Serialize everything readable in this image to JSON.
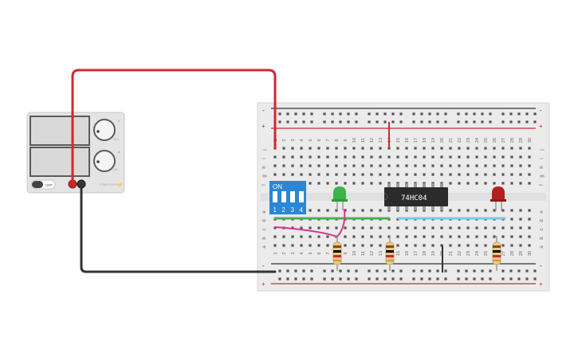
{
  "power_supply": {
    "switch_label": "OFF",
    "voltage_knob_label": "V",
    "current_knob_label": "A",
    "voltage_scale_max": "30 V",
    "current_scale_max": "5 A",
    "brand_label": "POWER SUPPLY"
  },
  "breadboard": {
    "top_row_letters": [
      "j",
      "i",
      "h",
      "g",
      "f"
    ],
    "bottom_row_letters": [
      "e",
      "d",
      "c",
      "b",
      "a"
    ],
    "column_numbers": [
      "1",
      "2",
      "3",
      "4",
      "5",
      "6",
      "7",
      "8",
      "9",
      "10",
      "11",
      "12",
      "13",
      "14",
      "15",
      "16",
      "17",
      "18",
      "19",
      "20",
      "21",
      "22",
      "23",
      "24",
      "25",
      "26",
      "27",
      "28",
      "29",
      "30"
    ],
    "rail_plus_label": "+",
    "rail_minus_label": "-"
  },
  "dip_switch": {
    "on_label": "ON",
    "switch_numbers": [
      "1",
      "2",
      "3",
      "4"
    ]
  },
  "ic": {
    "part_label": "74HC04"
  },
  "colors": {
    "wire_red": "#d0282f",
    "wire_black": "#333333",
    "wire_pink": "#d4368e",
    "wire_green": "#4caf50",
    "wire_lightblue": "#7ec8e3",
    "led_green": "#3bb34a",
    "led_red": "#b1221f",
    "dip_blue": "#2a86d6",
    "ic_body": "#2b2b2b",
    "breadboard": "#ebebeb"
  }
}
